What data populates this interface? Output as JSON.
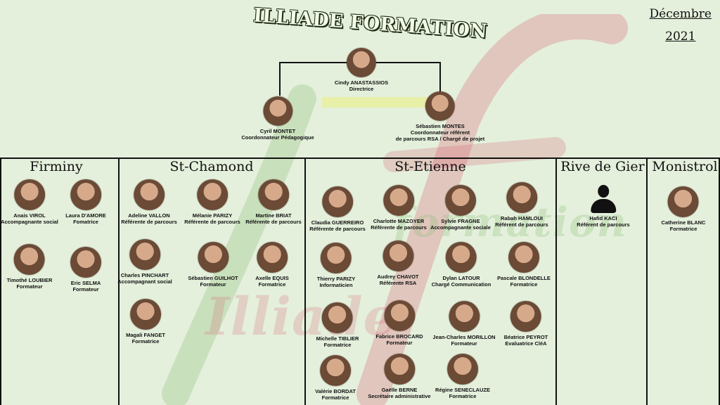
{
  "header": {
    "title": "ILLIADE FORMATION",
    "date_month": "Décembre",
    "date_year": "2021"
  },
  "watermark": {
    "word1": "Illiade",
    "word2": "formation",
    "pink": "#d65a6e",
    "green": "#8cbe78"
  },
  "management": [
    {
      "name": "Cindy ANASTASSIOS",
      "role": "Directrice"
    },
    {
      "name": "Cyril MONTET",
      "role": "Coordonnateur Pédagogique"
    },
    {
      "name": "Sébastien MONTES",
      "role": "Coordonnateur référent\nde parcours RSA / Chargé de projet"
    }
  ],
  "sites": [
    {
      "name": "Firminy",
      "people": [
        {
          "name": "Anais VIROL",
          "role": "Accompagnante social"
        },
        {
          "name": "Laura D'AMORE",
          "role": "Fomatrice"
        },
        {
          "name": "Timothé LOUBIER",
          "role": "Formateur"
        },
        {
          "name": "Eric SELMA",
          "role": "Formateur"
        }
      ]
    },
    {
      "name": "St-Chamond",
      "people": [
        {
          "name": "Adeline VALLON",
          "role": "Référente de parcours"
        },
        {
          "name": "Mélanie PARIZY",
          "role": "Référente de parcours"
        },
        {
          "name": "Martine BRIAT",
          "role": "Référente de parcours"
        },
        {
          "name": "Charles PINCHART",
          "role": "Accompagnant social"
        },
        {
          "name": "Sébastien GUILHOT",
          "role": "Formateur"
        },
        {
          "name": "Axelle EQUIS",
          "role": "Formatrice"
        },
        {
          "name": "Magali FANGET",
          "role": "Formatrice"
        }
      ]
    },
    {
      "name": "St-Etienne",
      "people": [
        {
          "name": "Claudia GUERREIRO",
          "role": "Référente de parcours"
        },
        {
          "name": "Charlotte MAZOYER",
          "role": "Référente de parcours"
        },
        {
          "name": "Sylvie FRAGNE",
          "role": "Accompagnante sociale"
        },
        {
          "name": "Rabah HAMLOUI",
          "role": "Référent de parcours"
        },
        {
          "name": "Thierry PARIZY",
          "role": "Informaticien"
        },
        {
          "name": "Audrey CHAVOT",
          "role": "Référente RSA"
        },
        {
          "name": "Dylan LATOUR",
          "role": "Chargé Communication"
        },
        {
          "name": "Pascale BLONDELLE",
          "role": "Formatrice"
        },
        {
          "name": "Michelle TIBLIER",
          "role": "Formatrice"
        },
        {
          "name": "Fabrice BROCARD",
          "role": "Formateur"
        },
        {
          "name": "Jean-Charles MORILLON",
          "role": "Formateur"
        },
        {
          "name": "Béatrice PEYROT",
          "role": "Evaluatrice CléA"
        },
        {
          "name": "Valérie BORDAT",
          "role": "Formatrice"
        },
        {
          "name": "Gaëlle BERNE",
          "role": "Secrétaire administrative"
        },
        {
          "name": "Régine SENECLAUZE",
          "role": "Formatrice"
        }
      ]
    },
    {
      "name": "Rive de Gier",
      "people": [
        {
          "name": "Hafid KACI",
          "role": "Référent de parcours",
          "photo": "silhouette"
        }
      ]
    },
    {
      "name": "Monistrol",
      "people": [
        {
          "name": "Catherine BLANC",
          "role": "Formatrice"
        }
      ]
    }
  ]
}
